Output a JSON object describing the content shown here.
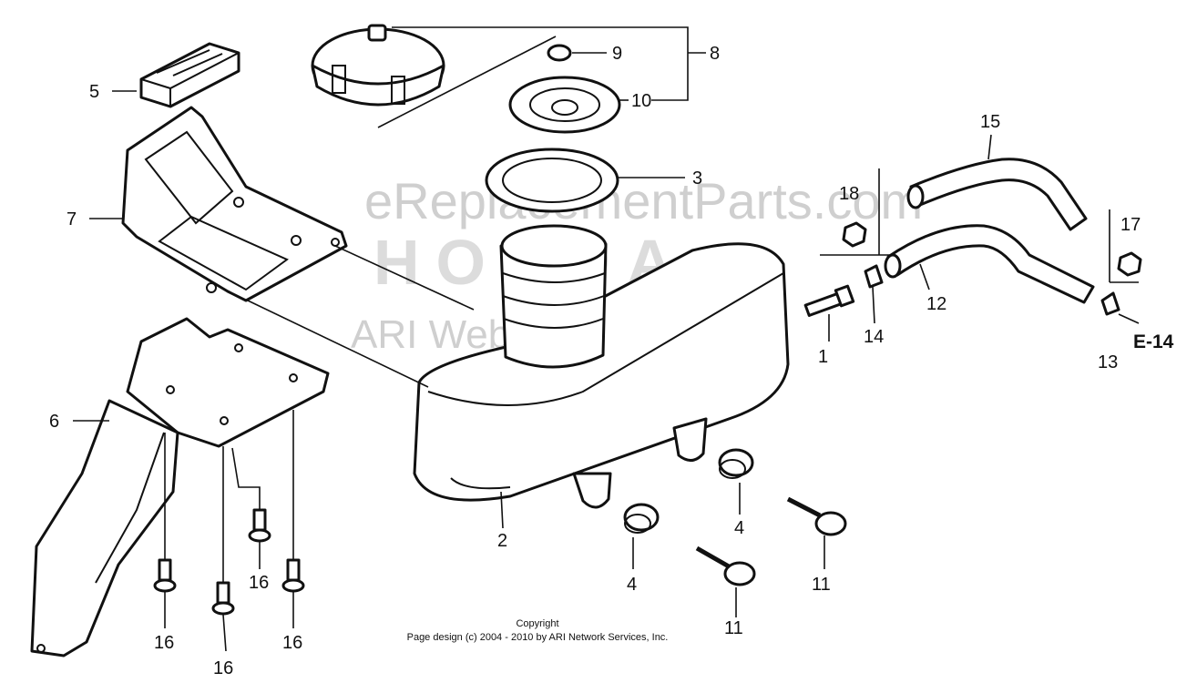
{
  "watermark": {
    "site": "eReplacementParts.com",
    "brand": "HONDA",
    "provider": "ARI WebsiteSmart"
  },
  "callouts": {
    "p1": "1",
    "p2": "2",
    "p3": "3",
    "p4a": "4",
    "p4b": "4",
    "p5": "5",
    "p6": "6",
    "p7": "7",
    "p8": "8",
    "p9": "9",
    "p10": "10",
    "p11a": "11",
    "p11b": "11",
    "p12": "12",
    "p13": "13",
    "p14": "14",
    "p15": "15",
    "p16a": "16",
    "p16b": "16",
    "p16c": "16",
    "p16d": "16",
    "p17": "17",
    "p18": "18"
  },
  "reference": "E-14",
  "copyright": {
    "line1": "Copyright",
    "line2": "Page design (c) 2004 - 2010 by ARI Network Services, Inc."
  }
}
